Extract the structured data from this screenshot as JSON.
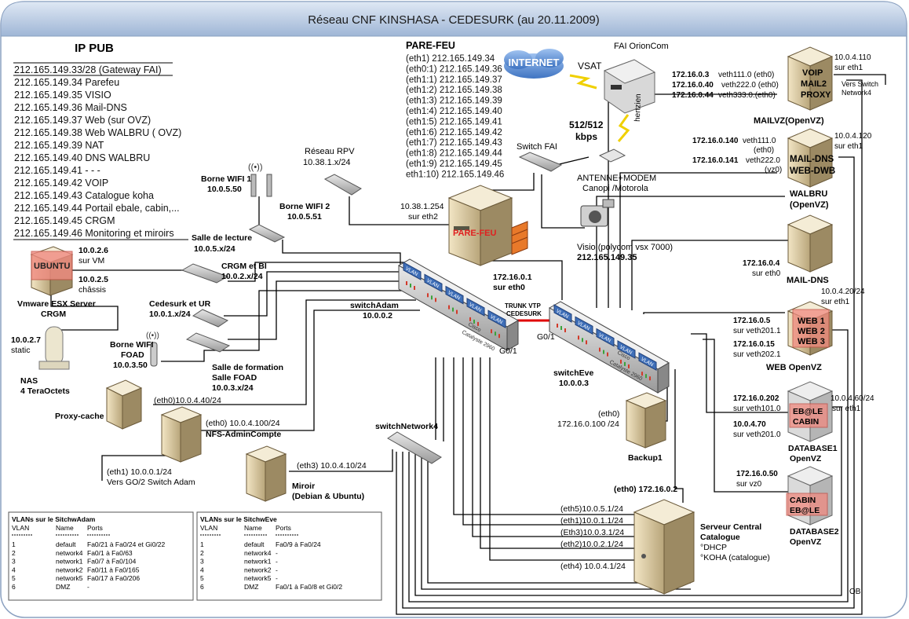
{
  "title": "Réseau CNF KINSHASA - CEDESURK (au 20.11.2009)",
  "ip_pub": {
    "heading": "IP PUB",
    "entries": [
      "212.165.149.33/28 (Gateway FAI)",
      "212.165.149.34 Parefeu",
      "212.165.149.35  VISIO",
      "212.165.149.36  Mail-DNS",
      "212.165.149.37  Web (sur OVZ)",
      "212.165.149.38  Web WALBRU ( OVZ)",
      "212.165.149.39  NAT",
      "212.165.149.40  DNS WALBRU",
      "212.165.149.41    - - -",
      "212.165.149.42  VOIP",
      "212.165.149.43  Catalogue koha",
      "212.165.149.44  Portail ebale, cabin,...",
      "212.165.149.45  CRGM",
      "212.165.149.46  Monitoring et miroirs"
    ]
  },
  "parefeu_list": {
    "heading": "PARE-FEU",
    "entries": [
      "(eth1)    212.165.149.34",
      "(eth0:1) 212.165.149.36",
      "(eth1:1) 212.165.149.37",
      "(eth1:2) 212.165.149.38",
      "(eth1:3) 212.165.149.39",
      "(eth1:4) 212.165.149.40",
      "(eth1:5) 212.165.149.41",
      "(eth1:6) 212.165.149.42",
      "(eth1:7) 212.165.149.43",
      "(eth1:8) 212.165.149.44",
      "(eth1:9) 212.165.149.45",
      "eth1:10) 212.165.149.46"
    ]
  },
  "wan": {
    "internet": "INTERNET",
    "vsat": "VSAT",
    "fai": "FAI OrionCom",
    "hertzien": "hertzien",
    "speed1": "512/512",
    "speed2": "kbps",
    "antenna1": "ANTENNE+MODEM",
    "antenna2": "Canopi /Motorola",
    "switch_fai": "Switch FAI",
    "visio1": "Visio (polycom vsx 7000)",
    "visio2": "212.165.149.35"
  },
  "rpv": {
    "l1": "Réseau RPV",
    "l2": "10.38.1.x/24"
  },
  "firewall": {
    "label": "PARE-FEU",
    "eth2_a": "10.38.1.254",
    "eth2_b": "sur eth2",
    "eth0_a": "172.16.0.1",
    "eth0_b": "sur eth0"
  },
  "wifi": {
    "b1a": "Borne WIFI 1",
    "b1b": "10.0.5.50",
    "b2a": "Borne WIFI 2",
    "b2b": "10.0.5.51",
    "salle1": "Salle de lecture",
    "salle2": "10.0.5.x/24",
    "crgm1": "CRGM et BI",
    "crgm2": "10.0.2.x/24",
    "cedes1": "Cedesurk et UR",
    "cedes2": "10.0.1.x/24",
    "foad1": "Borne WIFI",
    "foad2": "FOAD",
    "foad3": "10.0.3.50",
    "form1": "Salle de formation",
    "form2": "Salle FOAD",
    "form3": "10.0.3.x/24"
  },
  "vmware": {
    "ubuntu": "UBUNTU",
    "a": "10.0.2.6",
    "b": "sur VM",
    "c": "10.0.2.5",
    "d": "châssis",
    "name1": "Vmware ESX Server",
    "name2": "CRGM"
  },
  "nas": {
    "ip": "10.0.2.7",
    "st": "static",
    "n1": "NAS",
    "n2": "4 TeraOctets"
  },
  "switchAdam": {
    "name": "switchAdam",
    "ip": "10.0.0.2",
    "port": "G0/1",
    "vlan": "VLAN",
    "brand": "Cisco",
    "model": "Catalyste 2960"
  },
  "switchEve": {
    "name": "switchEve",
    "ip": "10.0.0.3",
    "port": "G0/1"
  },
  "trunk": {
    "l1": "TRUNK VTP",
    "l2": "CEDESURK"
  },
  "proxy": {
    "name": "Proxy-cache",
    "ip": "(eth0)10.0.4.40/24"
  },
  "nfs": {
    "name": "NFS-AdminCompte",
    "ip": "(eth0) 10.0.4.100/24",
    "eth1": "(eth1) 10.0.0.1/24",
    "vers": "Vers GO/2 Switch Adam"
  },
  "switchN4": "switchNetwork4",
  "miroir": {
    "ip": "(eth3) 10.0.4.10/24",
    "n1": "Miroir",
    "n2": "(Debian & Ubuntu)"
  },
  "backup": {
    "a": "(eth0)",
    "b": "172.16.0.100 /24",
    "name": "Backup1"
  },
  "central": {
    "eth0": "(eth0)  172.16.0.2",
    "n1": "Serveur Central",
    "n2": "Catalogue",
    "n3": "°DHCP",
    "n4": "°KOHA (catalogue)",
    "e5": "(eth5)10.0.5.1/24",
    "e1": "(eth1)10.0.1.1/24",
    "e3": "(Eth3)10.0.3.1/24",
    "e2": "(eth2)10.0.2.1/24",
    "e4": "(eth4)  10.0.4.1/24"
  },
  "voip": {
    "r1a": "172.16.0.3",
    "r1b": " veth111.0 (eth0)",
    "r2a": "172.16.0.40",
    "r2b": "veth222.0 (eth0)",
    "r3a": "172.16.0.44",
    "r3b": " veth333.0.(eth0)",
    "box": [
      "VOIP",
      "MAIL2",
      "PROXY"
    ],
    "ipr": "10.0.4.110",
    "ethr": "sur eth1",
    "vers1": "Vers Switch",
    "vers2": "Network4",
    "name": "MAILVZ(OpenVZ)"
  },
  "walbru": {
    "a1": "172.16.0.140",
    "a2": "veth111.0",
    "a3": "(eth0)",
    "b1": "172.16.0.141",
    "b2": "veth222.0",
    "b3": "(vz0)",
    "box": [
      "MAIL-DNS",
      "WEB-DWB"
    ],
    "ipr": "10.0.4.120",
    "ethr": "sur eth1",
    "n1": "WALBRU",
    "n2": "(OpenVZ)"
  },
  "maildns": {
    "a": "172.16.0.4",
    "b": "sur eth0",
    "name": "MAIL-DNS"
  },
  "web": {
    "a1": "172.16.0.5",
    "a2": "sur veth201.1",
    "b1": "172.16.0.15",
    "b2": "sur veth202.1",
    "box": [
      "WEB 1",
      "WEB 2",
      "WEB 3"
    ],
    "ipr": "10.0.4.20/24",
    "ethr": "sur eth1",
    "name": "WEB OpenVZ"
  },
  "db1": {
    "a1": "172.16.0.202",
    "a2": "sur veth101.0",
    "b1": "10.0.4.70",
    "b2": "sur veth201.0",
    "box": [
      "EB@LE",
      "CABIN"
    ],
    "ipr": "10.0.4.60/24",
    "ethr": "sur eth1",
    "n1": "DATABASE1",
    "n2": "OpenVZ"
  },
  "db2": {
    "a1": "172.16.0.50",
    "a2": "sur vz0",
    "box": [
      "CABIN",
      "EB@LE"
    ],
    "n1": "DATABASE2",
    "n2": "OpenVZ"
  },
  "ob": "OB",
  "vlan_adam": {
    "title": "VLANs sur le SitchwAdam",
    "header": [
      "VLAN",
      "Name",
      "Ports"
    ],
    "rows": [
      [
        "1",
        "default",
        "Fa0/21 à  Fa0/24 et Gi0/22"
      ],
      [
        "2",
        "network4",
        "Fa0/1 à  Fa0/63"
      ],
      [
        "3",
        "network1",
        "Fa0/7 à  Fa0/104"
      ],
      [
        "4",
        "network2",
        "Fa0/11 à  Fa0/165"
      ],
      [
        "5",
        "network5",
        "Fa0/17 à  Fa0/206"
      ],
      [
        "6",
        "DMZ",
        "-"
      ]
    ]
  },
  "vlan_eve": {
    "title": "VLANs sur le SitchwEve",
    "header": [
      "VLAN",
      "Name",
      "Ports"
    ],
    "rows": [
      [
        "1",
        "default",
        "Fa0/9 à  Fa0/24"
      ],
      [
        "2",
        "network4",
        "-"
      ],
      [
        "3",
        "network1",
        "-"
      ],
      [
        "4",
        "network2",
        "-"
      ],
      [
        "5",
        "network5",
        "-"
      ],
      [
        "6",
        "DMZ",
        "Fa0/1 à  Fa0/8 et Gi0/2"
      ]
    ]
  },
  "colors": {
    "title_bar": "#9fb6d6",
    "highlight": "#f08a80",
    "cloud": "#5f8fd0",
    "firewall_text": "#e02020",
    "trunk": "#e00000"
  }
}
